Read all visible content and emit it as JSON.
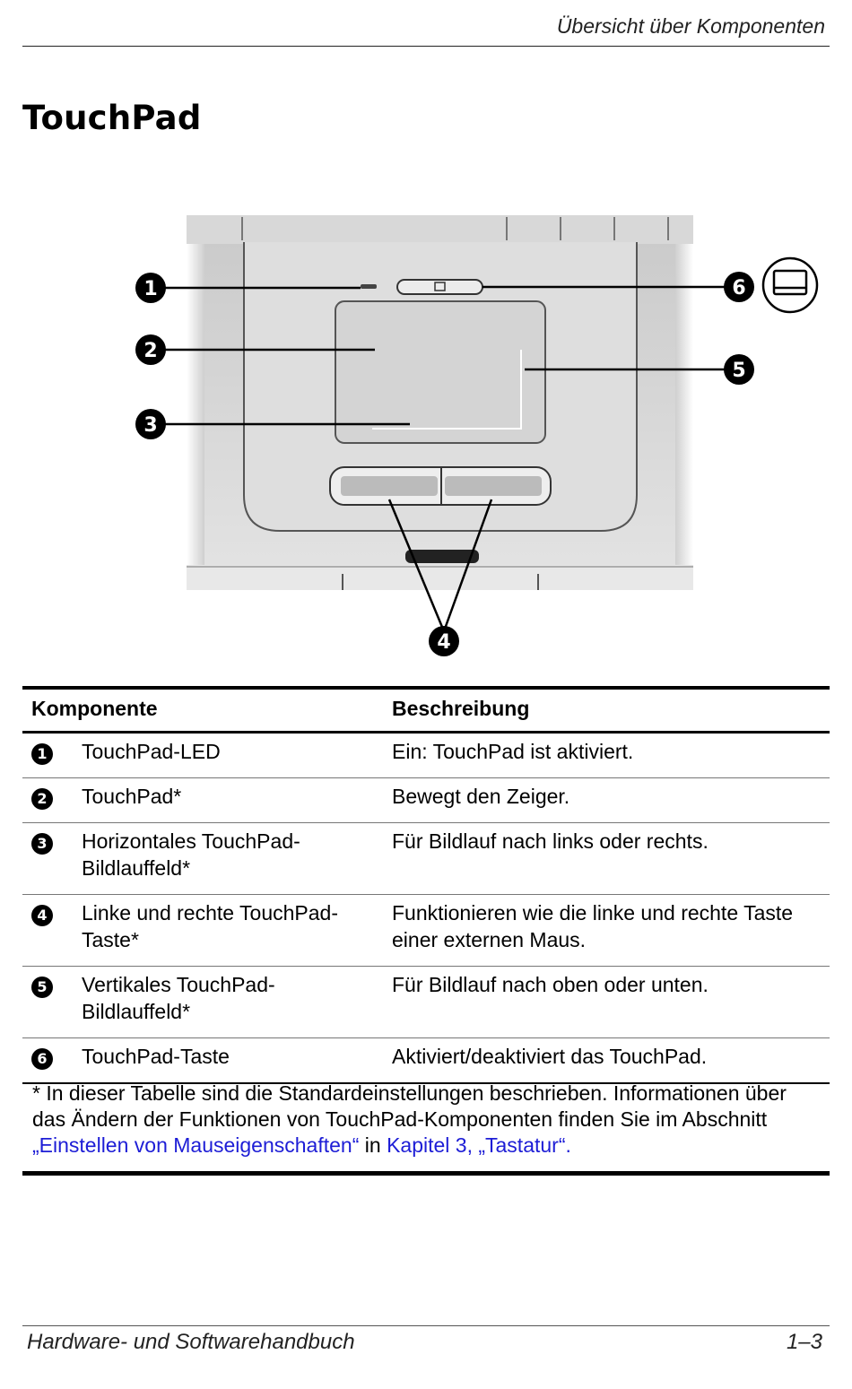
{
  "header": {
    "running_head": "Übersicht über Komponenten"
  },
  "title": "TouchPad",
  "figure": {
    "callouts": [
      "1",
      "2",
      "3",
      "4",
      "5",
      "6"
    ],
    "icon": "touchpad-icon"
  },
  "table": {
    "col_component": "Komponente",
    "col_description": "Beschreibung",
    "rows": [
      {
        "num": "1",
        "component": "TouchPad-LED",
        "description": "Ein: TouchPad ist aktiviert."
      },
      {
        "num": "2",
        "component": "TouchPad*",
        "description": "Bewegt den Zeiger."
      },
      {
        "num": "3",
        "component": "Horizontales TouchPad-Bildlauffeld*",
        "description": "Für Bildlauf nach links oder rechts."
      },
      {
        "num": "4",
        "component": "Linke und rechte TouchPad-Taste*",
        "description": "Funktionieren wie die linke und rechte Taste einer externen Maus."
      },
      {
        "num": "5",
        "component": "Vertikales TouchPad-Bildlauffeld*",
        "description": "Für Bildlauf nach oben oder unten."
      },
      {
        "num": "6",
        "component": "TouchPad-Taste",
        "description": "Aktiviert/deaktiviert das TouchPad."
      }
    ]
  },
  "note": {
    "text_before": "* In dieser Tabelle sind die Standardeinstellungen beschrieben. Informationen über das Ändern der Funktionen von TouchPad-Komponenten finden Sie im Abschnitt ",
    "link1": "„Einstellen von Mauseigenschaften“",
    "text_middle": " in ",
    "link2": "Kapitel 3, „Tastatur“."
  },
  "footer": {
    "left": "Hardware- und Softwarehandbuch",
    "right": "1–3"
  }
}
